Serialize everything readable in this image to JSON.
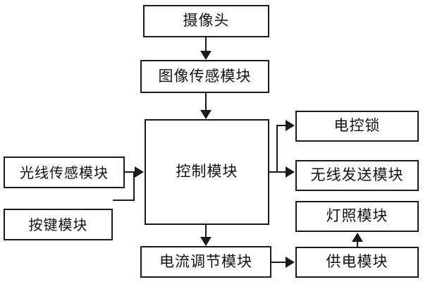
{
  "diagram": {
    "type": "block-flow-diagram",
    "background_color": "#ffffff",
    "line_color": "#1a1a1a",
    "nodes": [
      {
        "id": "camera",
        "label": "摄像头"
      },
      {
        "id": "imgsense",
        "label": "图像传感模块"
      },
      {
        "id": "control",
        "label": "控制模块"
      },
      {
        "id": "lightsense",
        "label": "光线传感模块"
      },
      {
        "id": "button",
        "label": "按键模块"
      },
      {
        "id": "lock",
        "label": "电控锁"
      },
      {
        "id": "wireless",
        "label": "无线发送模块"
      },
      {
        "id": "lighting",
        "label": "灯照模块"
      },
      {
        "id": "power",
        "label": "供电模块"
      },
      {
        "id": "current",
        "label": "电流调节模块"
      }
    ],
    "edges": [
      {
        "from": "camera",
        "to": "imgsense",
        "direction": "down"
      },
      {
        "from": "imgsense",
        "to": "control",
        "direction": "down"
      },
      {
        "from": "lightsense",
        "to": "control",
        "direction": "right"
      },
      {
        "from": "button",
        "to": "control",
        "direction": "right"
      },
      {
        "from": "control",
        "to": "lock",
        "direction": "right"
      },
      {
        "from": "control",
        "to": "wireless",
        "direction": "right"
      },
      {
        "from": "control",
        "to": "current",
        "direction": "down"
      },
      {
        "from": "current",
        "to": "power",
        "direction": "right"
      },
      {
        "from": "power",
        "to": "lighting",
        "direction": "up"
      }
    ]
  }
}
